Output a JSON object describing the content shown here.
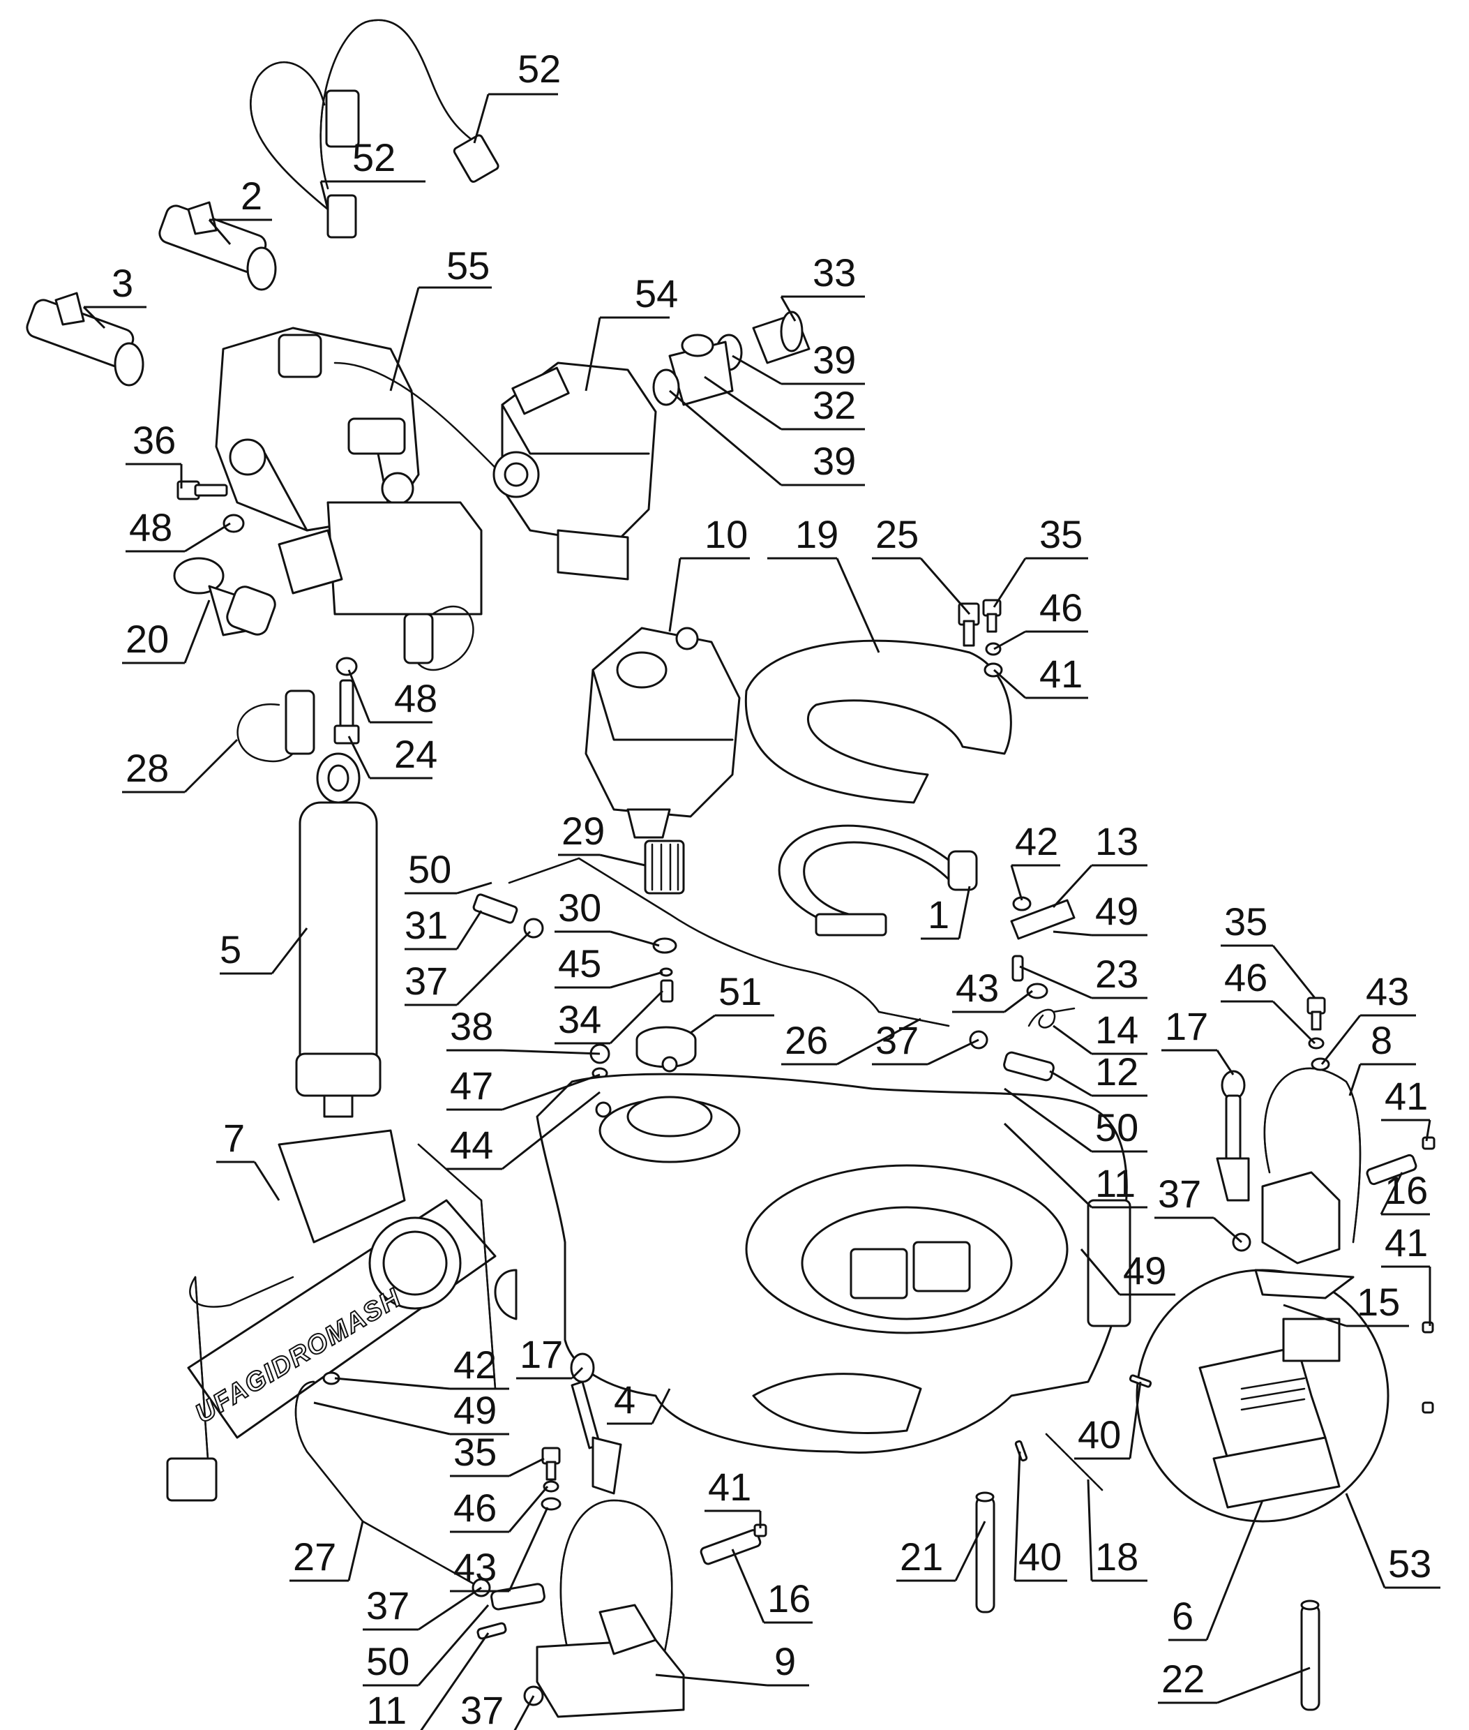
{
  "diagram": {
    "brand_marking": "UFAGIDROMASH",
    "callouts": [
      {
        "id": "c52a",
        "label": "52"
      },
      {
        "id": "c52b",
        "label": "52"
      },
      {
        "id": "c2",
        "label": "2"
      },
      {
        "id": "c3",
        "label": "3"
      },
      {
        "id": "c55",
        "label": "55"
      },
      {
        "id": "c54",
        "label": "54"
      },
      {
        "id": "c33",
        "label": "33"
      },
      {
        "id": "c39a",
        "label": "39"
      },
      {
        "id": "c32",
        "label": "32"
      },
      {
        "id": "c39b",
        "label": "39"
      },
      {
        "id": "c36",
        "label": "36"
      },
      {
        "id": "c48a",
        "label": "48"
      },
      {
        "id": "c20",
        "label": "20"
      },
      {
        "id": "c48b",
        "label": "48"
      },
      {
        "id": "c24",
        "label": "24"
      },
      {
        "id": "c28",
        "label": "28"
      },
      {
        "id": "c10",
        "label": "10"
      },
      {
        "id": "c19",
        "label": "19"
      },
      {
        "id": "c25",
        "label": "25"
      },
      {
        "id": "c35a",
        "label": "35"
      },
      {
        "id": "c46a",
        "label": "46"
      },
      {
        "id": "c41a",
        "label": "41"
      },
      {
        "id": "c29",
        "label": "29"
      },
      {
        "id": "c50a",
        "label": "50"
      },
      {
        "id": "c31",
        "label": "31"
      },
      {
        "id": "c37a",
        "label": "37"
      },
      {
        "id": "c30",
        "label": "30"
      },
      {
        "id": "c45",
        "label": "45"
      },
      {
        "id": "c34",
        "label": "34"
      },
      {
        "id": "c1",
        "label": "1"
      },
      {
        "id": "c42a",
        "label": "42"
      },
      {
        "id": "c13",
        "label": "13"
      },
      {
        "id": "c49a",
        "label": "49"
      },
      {
        "id": "c23",
        "label": "23"
      },
      {
        "id": "c43a",
        "label": "43"
      },
      {
        "id": "c14",
        "label": "14"
      },
      {
        "id": "c35b",
        "label": "35"
      },
      {
        "id": "c46b",
        "label": "46"
      },
      {
        "id": "c43b",
        "label": "43"
      },
      {
        "id": "c8",
        "label": "8"
      },
      {
        "id": "c5",
        "label": "5"
      },
      {
        "id": "c51",
        "label": "51"
      },
      {
        "id": "c26",
        "label": "26"
      },
      {
        "id": "c37b",
        "label": "37"
      },
      {
        "id": "c12",
        "label": "12"
      },
      {
        "id": "c17a",
        "label": "17"
      },
      {
        "id": "c41b",
        "label": "41"
      },
      {
        "id": "c38",
        "label": "38"
      },
      {
        "id": "c47",
        "label": "47"
      },
      {
        "id": "c50b",
        "label": "50"
      },
      {
        "id": "c44",
        "label": "44"
      },
      {
        "id": "c11a",
        "label": "11"
      },
      {
        "id": "c16a",
        "label": "16"
      },
      {
        "id": "c7",
        "label": "7"
      },
      {
        "id": "c37c",
        "label": "37"
      },
      {
        "id": "c41c",
        "label": "41"
      },
      {
        "id": "c49b",
        "label": "49"
      },
      {
        "id": "c15",
        "label": "15"
      },
      {
        "id": "c17b",
        "label": "17"
      },
      {
        "id": "c4",
        "label": "4"
      },
      {
        "id": "c42b",
        "label": "42"
      },
      {
        "id": "c49c",
        "label": "49"
      },
      {
        "id": "c40a",
        "label": "40"
      },
      {
        "id": "c35c",
        "label": "35"
      },
      {
        "id": "c46c",
        "label": "46"
      },
      {
        "id": "c43c",
        "label": "43"
      },
      {
        "id": "c21",
        "label": "21"
      },
      {
        "id": "c40b",
        "label": "40"
      },
      {
        "id": "c18",
        "label": "18"
      },
      {
        "id": "c41d",
        "label": "41"
      },
      {
        "id": "c27",
        "label": "27"
      },
      {
        "id": "c53",
        "label": "53"
      },
      {
        "id": "c37d",
        "label": "37"
      },
      {
        "id": "c16b",
        "label": "16"
      },
      {
        "id": "c6",
        "label": "6"
      },
      {
        "id": "c50c",
        "label": "50"
      },
      {
        "id": "c9",
        "label": "9"
      },
      {
        "id": "c22",
        "label": "22"
      },
      {
        "id": "c11b",
        "label": "11"
      },
      {
        "id": "c37e",
        "label": "37"
      }
    ]
  }
}
